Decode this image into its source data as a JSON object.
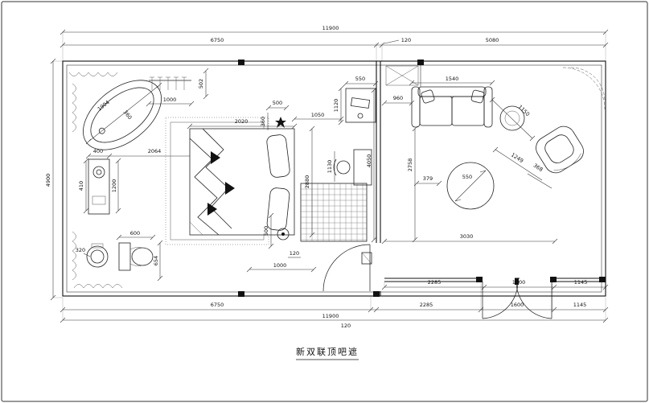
{
  "title": "新双联顶吧遮",
  "dims": {
    "top_total": "11900",
    "top_segments": [
      "6750",
      "120",
      "5080"
    ],
    "left_height": "4900",
    "right_inner": [
      "2285",
      "1600",
      "1145"
    ],
    "bottom_row": [
      "6750",
      "2285",
      "1600",
      "1145"
    ],
    "bottom_total": "11900",
    "bottom_gap": "120"
  },
  "labels": {
    "tub_length": "1904",
    "tub_width": "360",
    "rack_width": "1000",
    "rack_depth": "502",
    "vanity_width": "400",
    "vanity_span": "2064",
    "vanity_a": "410",
    "vanity_b": "1200",
    "wc_width": "600",
    "wc_depth": "654",
    "basin_dia": "320",
    "bed_width": "2020",
    "bed_length": "2880",
    "headboard_a": "500",
    "headboard_b": "360",
    "tv_width": "550",
    "tv_depth": "1120",
    "tv_gap": "1050",
    "chair_gap": "1130",
    "room_depth": "4050",
    "sofa_gap": "960",
    "sofa_width": "1540",
    "living_depth": "2758",
    "table_offset": "379",
    "table_dia": "550",
    "living_width": "3030",
    "side_table": "1150",
    "lounge_a": "1249",
    "lounge_b": "368",
    "lamp_a": "500",
    "lamp_b": "120",
    "lamp_c": "1000"
  }
}
